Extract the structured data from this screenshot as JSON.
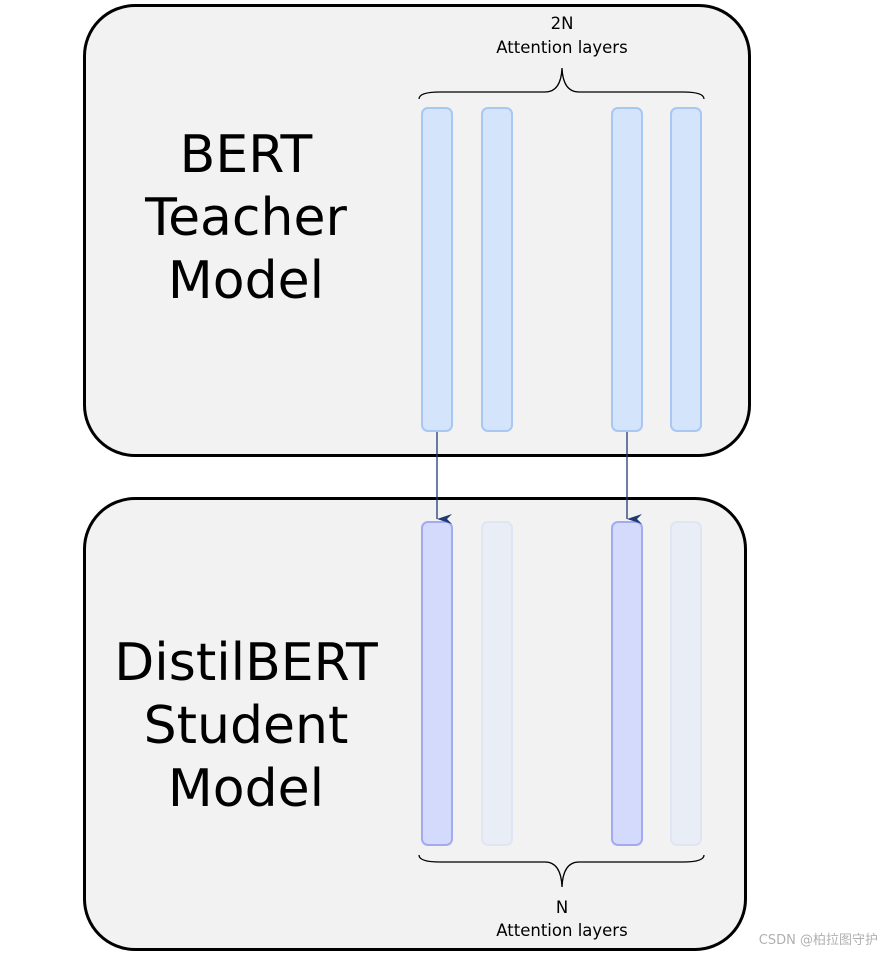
{
  "teacher": {
    "title": "BERT\nTeacher\nModel",
    "layer_count_label": "2N",
    "layers_label": "Attention layers"
  },
  "student": {
    "title": "DistilBERT\nStudent\nModel",
    "layer_count_label": "N",
    "layers_label": "Attention layers"
  },
  "watermark": "CSDN @柏拉图守护",
  "colors": {
    "teacher_layer": "#d3e4fb",
    "student_layer_active": "#d4dafc",
    "student_layer_faded": "#e9edf5",
    "arrow": "#1f3a73"
  }
}
